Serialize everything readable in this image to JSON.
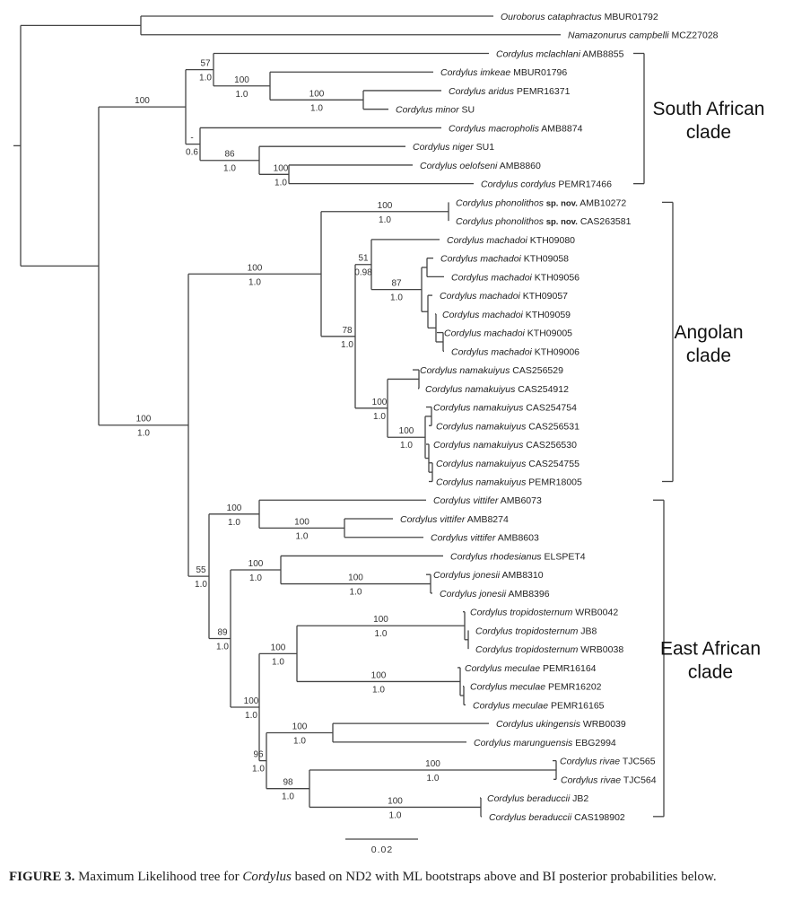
{
  "figure": {
    "caption": {
      "label": "FIGURE 3.",
      "text_before": " Maximum Likelihood tree for ",
      "genus": "Cordylus",
      "text_after": " based on ND2 with ML bootstraps above and BI posterior probabilities below."
    },
    "scale_bar": {
      "label": "0.02",
      "value": 0.02
    },
    "clades": [
      {
        "name": "South African clade",
        "lines": [
          "South African",
          "clade"
        ],
        "from_leaf": 2,
        "to_leaf": 9
      },
      {
        "name": "Angolan clade",
        "lines": [
          "Angolan",
          "clade"
        ],
        "from_leaf": 10,
        "to_leaf": 25
      },
      {
        "name": "East African clade",
        "lines": [
          "East African",
          "clade"
        ],
        "from_leaf": 26,
        "to_leaf": 43
      }
    ]
  },
  "chart_data": {
    "type": "phylogenetic-tree",
    "title": "Maximum Likelihood tree for Cordylus based on ND2",
    "support_format": "ML bootstrap above / BI posterior probability below",
    "leaves": [
      {
        "species": "Ouroborus cataphractus",
        "voucher": "MBUR01792"
      },
      {
        "species": "Namazonurus campbelli",
        "voucher": "MCZ27028"
      },
      {
        "species": "Cordylus mclachlani",
        "voucher": "AMB8855"
      },
      {
        "species": "Cordylus imkeae",
        "voucher": "MBUR01796"
      },
      {
        "species": "Cordylus aridus",
        "voucher": "PEMR16371"
      },
      {
        "species": "Cordylus minor",
        "voucher": "SU"
      },
      {
        "species": "Cordylus macropholis",
        "voucher": "AMB8874"
      },
      {
        "species": "Cordylus niger",
        "voucher": "SU1"
      },
      {
        "species": "Cordylus oelofseni",
        "voucher": "AMB8860"
      },
      {
        "species": "Cordylus cordylus",
        "voucher": "PEMR17466"
      },
      {
        "species": "Cordylus phonolithos",
        "note": "sp. nov.",
        "voucher": "AMB10272"
      },
      {
        "species": "Cordylus phonolithos",
        "note": "sp. nov.",
        "voucher": "CAS263581"
      },
      {
        "species": "Cordylus machadoi",
        "voucher": "KTH09080"
      },
      {
        "species": "Cordylus machadoi",
        "voucher": "KTH09058"
      },
      {
        "species": "Cordylus machadoi",
        "voucher": "KTH09056"
      },
      {
        "species": "Cordylus machadoi",
        "voucher": "KTH09057"
      },
      {
        "species": "Cordylus machadoi",
        "voucher": "KTH09059"
      },
      {
        "species": "Cordylus machadoi",
        "voucher": "KTH09005"
      },
      {
        "species": "Cordylus machadoi",
        "voucher": "KTH09006"
      },
      {
        "species": "Cordylus namakuiyus",
        "voucher": "CAS256529"
      },
      {
        "species": "Cordylus namakuiyus",
        "voucher": "CAS254912"
      },
      {
        "species": "Cordylus namakuiyus",
        "voucher": "CAS254754"
      },
      {
        "species": "Cordylus namakuiyus",
        "voucher": "CAS256531"
      },
      {
        "species": "Cordylus namakuiyus",
        "voucher": "CAS256530"
      },
      {
        "species": "Cordylus namakuiyus",
        "voucher": "CAS254755"
      },
      {
        "species": "Cordylus namakuiyus",
        "voucher": "PEMR18005"
      },
      {
        "species": "Cordylus vittifer",
        "voucher": "AMB6073"
      },
      {
        "species": "Cordylus vittifer",
        "voucher": "AMB8274"
      },
      {
        "species": "Cordylus vittifer",
        "voucher": "AMB8603"
      },
      {
        "species": "Cordylus rhodesianus",
        "voucher": "ELSPET4"
      },
      {
        "species": "Cordylus jonesii",
        "voucher": "AMB8310"
      },
      {
        "species": "Cordylus jonesii",
        "voucher": "AMB8396"
      },
      {
        "species": "Cordylus tropidosternum",
        "voucher": "WRB0042"
      },
      {
        "species": "Cordylus tropidosternum",
        "voucher": "JB8"
      },
      {
        "species": "Cordylus tropidosternum",
        "voucher": "WRB0038"
      },
      {
        "species": "Cordylus meculae",
        "voucher": "PEMR16164"
      },
      {
        "species": "Cordylus meculae",
        "voucher": "PEMR16202"
      },
      {
        "species": "Cordylus meculae",
        "voucher": "PEMR16165"
      },
      {
        "species": "Cordylus ukingensis",
        "voucher": "WRB0039"
      },
      {
        "species": "Cordylus marunguensis",
        "voucher": "EBG2994"
      },
      {
        "species": "Cordylus rivae",
        "voucher": "TJC565"
      },
      {
        "species": "Cordylus rivae",
        "voucher": "TJC564"
      },
      {
        "species": "Cordylus beraduccii",
        "voucher": "JB2"
      },
      {
        "species": "Cordylus beraduccii",
        "voucher": "CAS198902"
      }
    ],
    "support_values": [
      {
        "clade": "South African clade",
        "ml": "100",
        "bi": ""
      },
      {
        "clade": "mclachlani + (imkeae + (aridus + minor))",
        "ml": "57",
        "bi": "1.0"
      },
      {
        "clade": "imkeae + (aridus + minor)",
        "ml": "100",
        "bi": "1.0"
      },
      {
        "clade": "aridus + minor",
        "ml": "100",
        "bi": "1.0"
      },
      {
        "clade": "macropholis + niger + oelofseni + cordylus",
        "ml": "-",
        "bi": "0.6"
      },
      {
        "clade": "niger + (oelofseni + cordylus)",
        "ml": "86",
        "bi": "1.0"
      },
      {
        "clade": "oelofseni + cordylus",
        "ml": "100",
        "bi": "1.0"
      },
      {
        "clade": "Angolan clade",
        "ml": "100",
        "bi": "1.0"
      },
      {
        "clade": "phonolithos",
        "ml": "100",
        "bi": "1.0"
      },
      {
        "clade": "machadoi + namakuiyus",
        "ml": "78",
        "bi": "1.0"
      },
      {
        "clade": "machadoi",
        "ml": "51",
        "bi": "0.98"
      },
      {
        "clade": "machadoi (excl. KTH09080)",
        "ml": "87",
        "bi": "1.0"
      },
      {
        "clade": "namakuiyus",
        "ml": "100",
        "bi": "1.0"
      },
      {
        "clade": "namakuiyus (CAS254754 group)",
        "ml": "100",
        "bi": "1.0"
      },
      {
        "clade": "Angolan + East African",
        "ml": "100",
        "bi": "1.0"
      },
      {
        "clade": "East African clade",
        "ml": "55",
        "bi": "1.0"
      },
      {
        "clade": "vittifer",
        "ml": "100",
        "bi": "1.0"
      },
      {
        "clade": "vittifer AMB8274 + AMB8603",
        "ml": "100",
        "bi": "1.0"
      },
      {
        "clade": "remaining East African",
        "ml": "89",
        "bi": "1.0"
      },
      {
        "clade": "rhodesianus + jonesii",
        "ml": "100",
        "bi": "1.0"
      },
      {
        "clade": "jonesii",
        "ml": "100",
        "bi": "1.0"
      },
      {
        "clade": "tropidosternum + meculae + others",
        "ml": "100",
        "bi": "1.0"
      },
      {
        "clade": "tropidosternum + meculae",
        "ml": "100",
        "bi": "1.0"
      },
      {
        "clade": "tropidosternum",
        "ml": "100",
        "bi": "1.0"
      },
      {
        "clade": "meculae",
        "ml": "100",
        "bi": "1.0"
      },
      {
        "clade": "ukingensis + marunguensis + rivae + beraduccii",
        "ml": "96",
        "bi": "1.0"
      },
      {
        "clade": "ukingensis + marunguensis",
        "ml": "100",
        "bi": "1.0"
      },
      {
        "clade": "rivae + beraduccii",
        "ml": "98",
        "bi": "1.0"
      },
      {
        "clade": "rivae",
        "ml": "100",
        "bi": "1.0"
      },
      {
        "clade": "beraduccii",
        "ml": "100",
        "bi": "1.0"
      }
    ],
    "scale": {
      "label": "0.02",
      "units": "substitutions per site"
    }
  }
}
